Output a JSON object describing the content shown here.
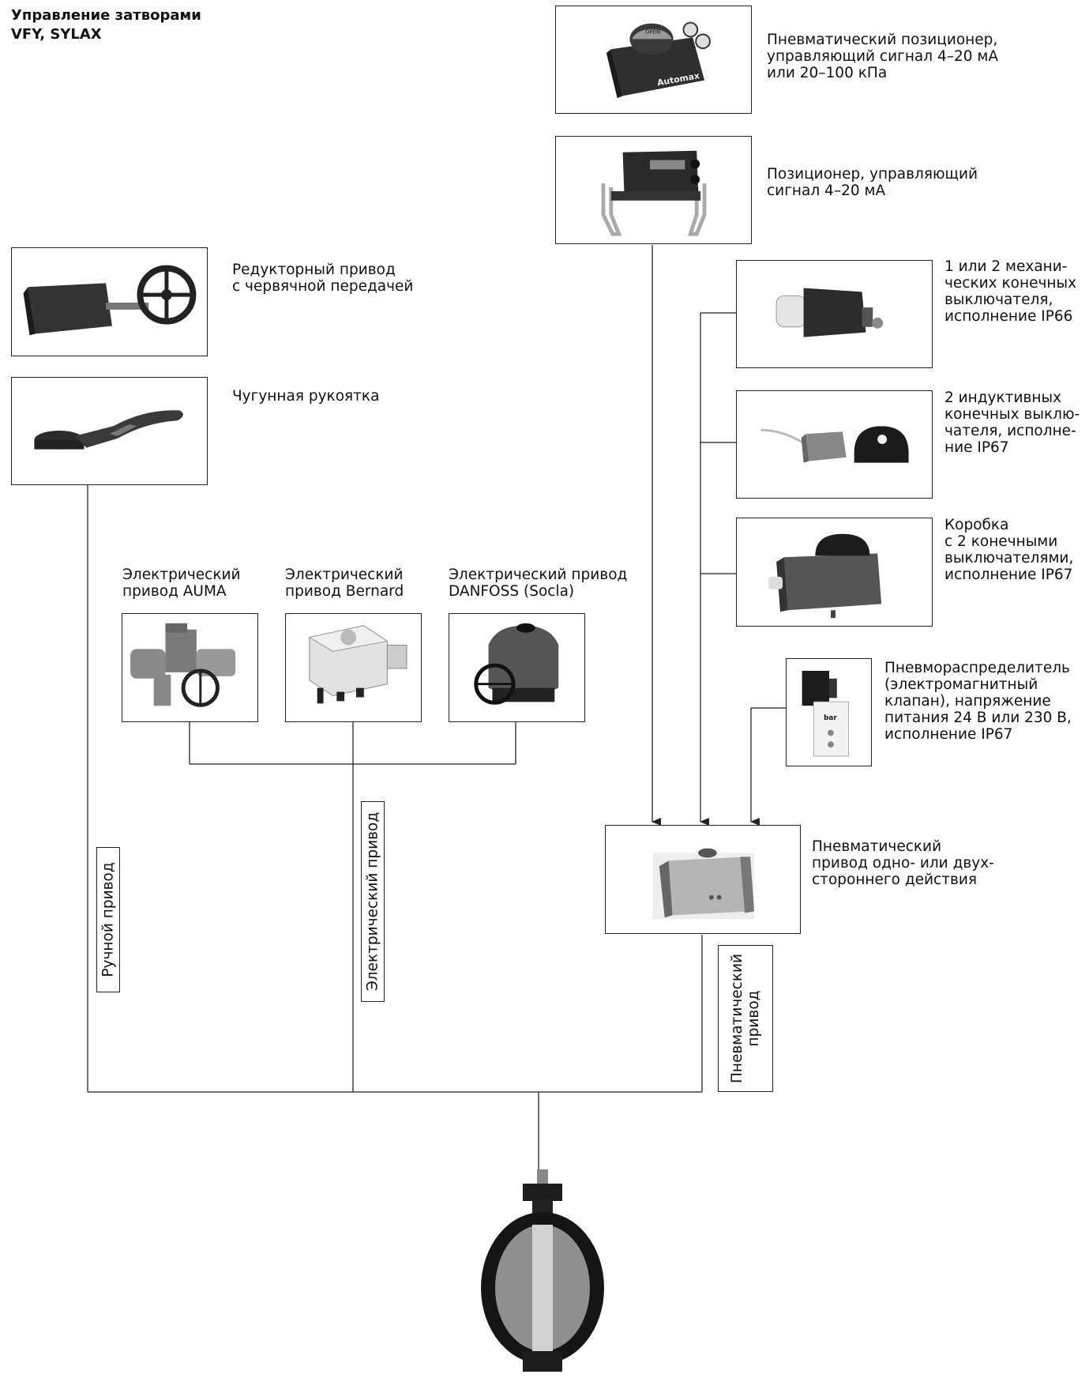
{
  "title": {
    "line1": "Управление затворами",
    "line2": "VFY, SYLAX"
  },
  "components": {
    "pneumatic_positioner": {
      "lines": [
        "Пневматический позиционер,",
        "управляющий сигнал 4–20 мА",
        "или 20–100 кПа"
      ],
      "image_text": "Automax",
      "image_text2": "OPEN"
    },
    "positioner": {
      "lines": [
        "Позиционер, управляющий",
        "сигнал 4–20 мА"
      ]
    },
    "worm_gear": {
      "lines": [
        "Редукторный привод",
        "с червячной передачей"
      ]
    },
    "cast_iron_handle": {
      "lines": [
        "Чугунная рукоятка"
      ]
    },
    "mech_limit_switches": {
      "lines": [
        "1 или 2 механи-",
        "ческих конечных",
        "выключателя,",
        "исполнение IP66"
      ]
    },
    "inductive_limit_switches": {
      "lines": [
        "2 индуктивных",
        "конечных выклю-",
        "чателя, исполне-",
        "ние IP67"
      ]
    },
    "switch_box": {
      "lines": [
        "Коробка",
        "с 2 конечными",
        "выключателями,",
        "исполнение IP67"
      ]
    },
    "auma": {
      "lines": [
        "Электрический",
        "привод AUMA"
      ]
    },
    "bernard": {
      "lines": [
        "Электрический",
        "привод Bernard"
      ]
    },
    "danfoss": {
      "lines": [
        "Электрический привод",
        "DANFOSS (Socla)"
      ]
    },
    "solenoid_valve": {
      "lines": [
        "Пневмораспределитель",
        "(электромагнитный",
        "клапан), напряжение",
        "питания 24 В или 230 В,",
        "исполнение IP67"
      ],
      "image_text": "bar"
    },
    "pneumatic_actuator": {
      "lines": [
        "Пневматический",
        "привод одно- или двух-",
        "стороннего действия"
      ]
    }
  },
  "drive_labels": {
    "manual": {
      "lines": [
        "Ручной привод"
      ]
    },
    "electric": {
      "lines": [
        "Электрический привод"
      ]
    },
    "pneumatic": {
      "lines": [
        "Пневматический",
        "привод"
      ]
    }
  },
  "colors": {
    "line": "#222222",
    "device_dark": "#2b2b2b",
    "device_mid": "#6f6f6f",
    "device_light": "#d9d9d9"
  }
}
